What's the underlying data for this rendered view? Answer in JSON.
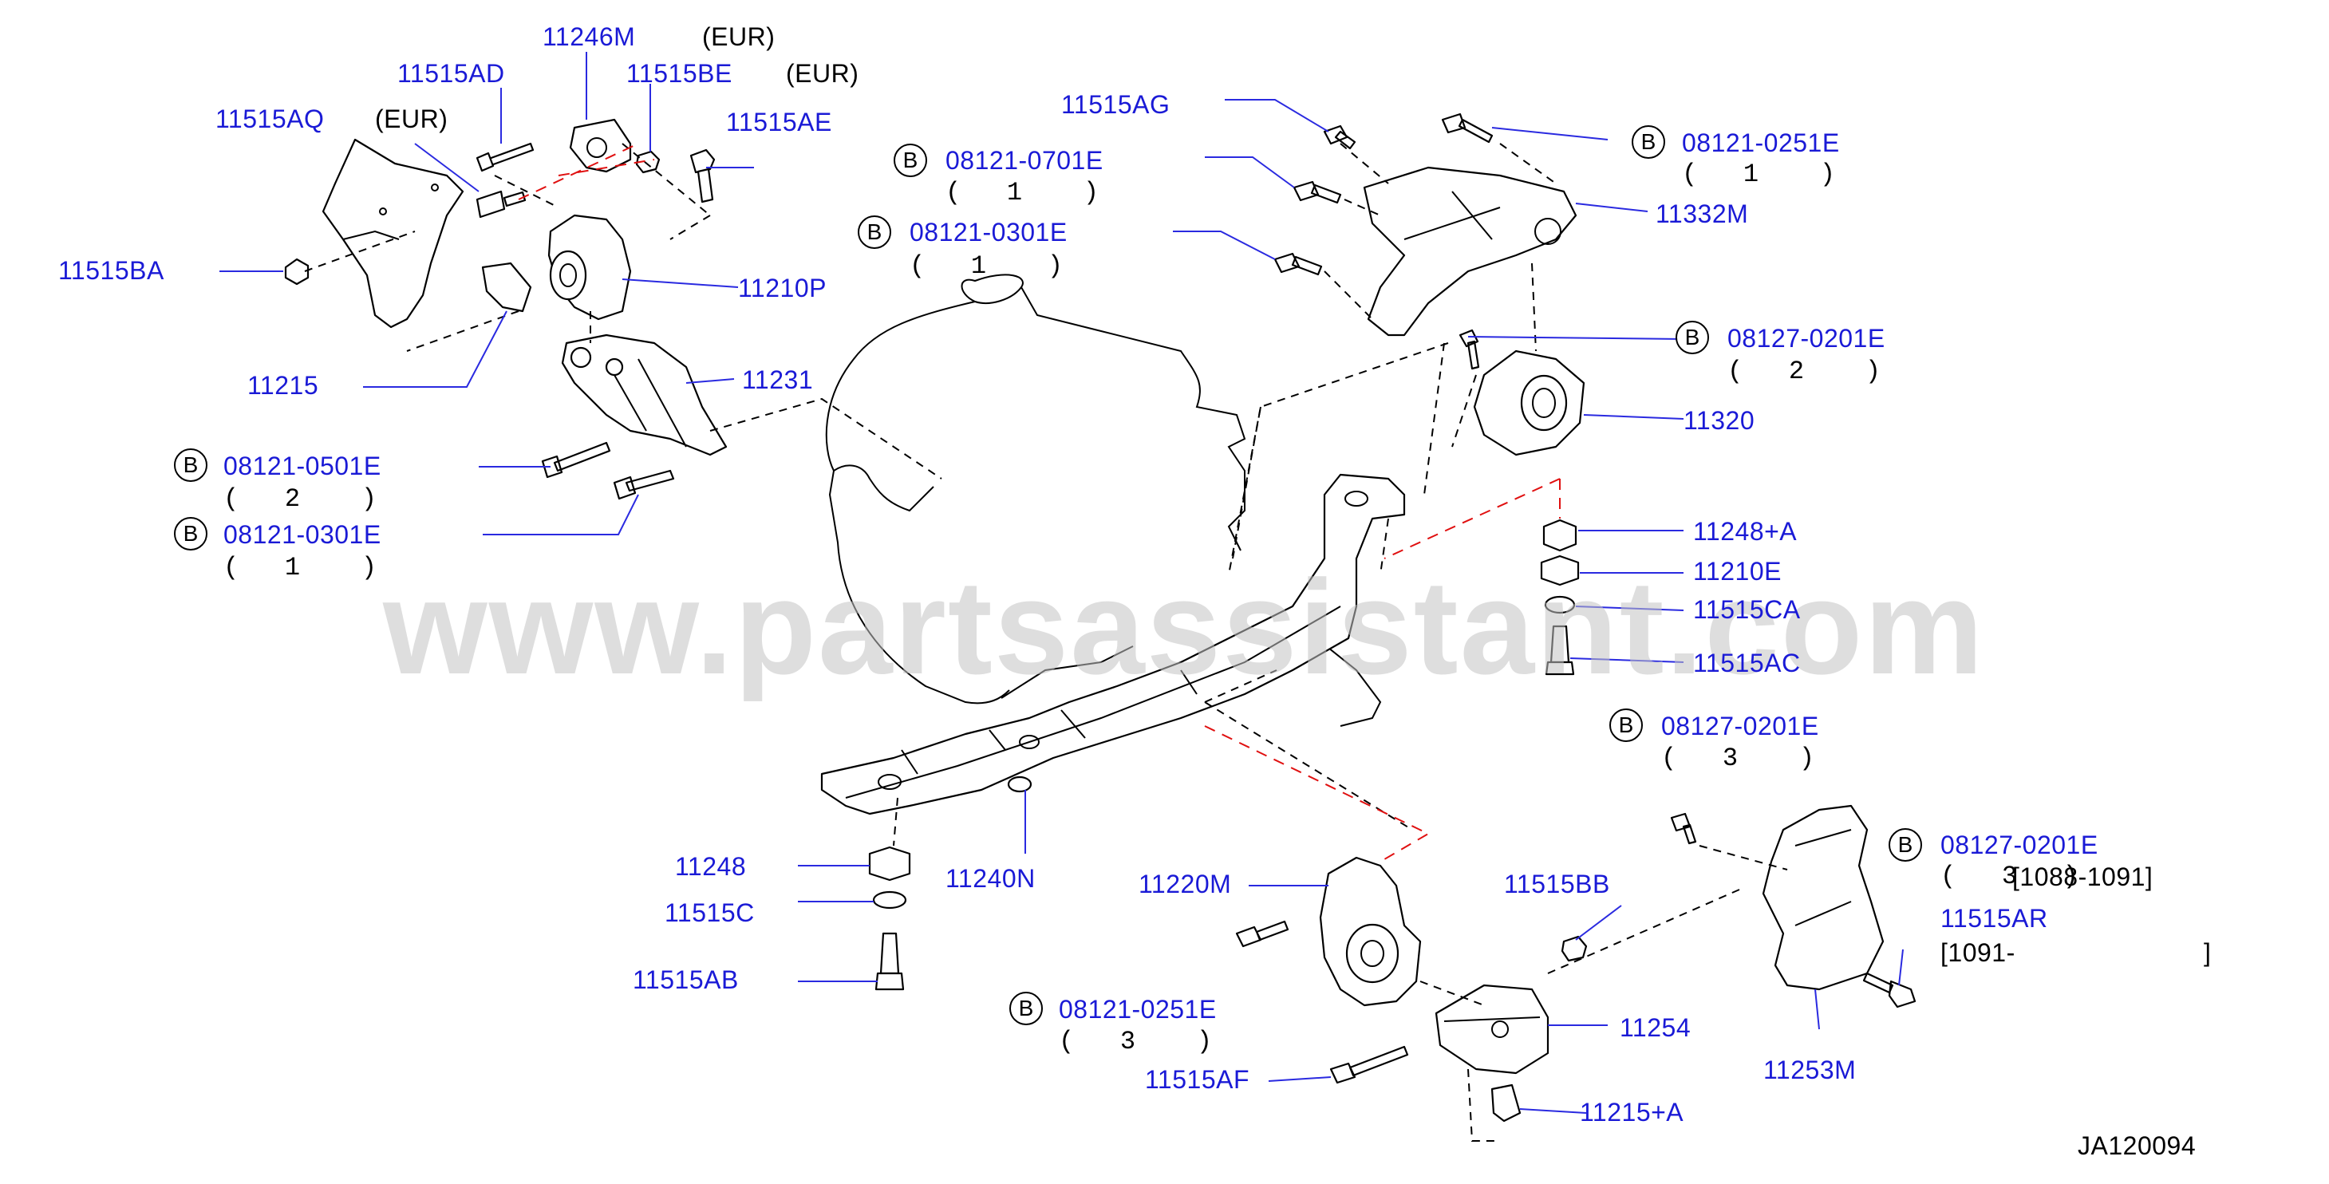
{
  "watermark": "www.partsassistant.com",
  "diagram_code": "JA120094",
  "labels": {
    "p11246M": "11246M",
    "eur1": "(EUR)",
    "p11515AD": "11515AD",
    "p11515BE": "11515BE",
    "eur2": "(EUR)",
    "p11515AQ": "11515AQ",
    "eur3": "(EUR)",
    "p11515AE": "11515AE",
    "p11515BA": "11515BA",
    "p11210P": "11210P",
    "p11215": "11215",
    "p11231": "11231",
    "b1_num": "08121-0501E",
    "b1_qty": "(   2    )",
    "b2_num": "08121-0301E",
    "b2_qty": "(   1    )",
    "p11515AG": "11515AG",
    "b3_num": "08121-0701E",
    "b3_qty": "(   1    )",
    "b4_num": "08121-0301E",
    "b4_qty": "(   1    )",
    "b5_num": "08121-0251E",
    "b5_qty": "(   1    )",
    "p11332M": "11332M",
    "b6_num": "08127-0201E",
    "b6_qty": "(   2    )",
    "p11320": "11320",
    "p11248A": "11248+A",
    "p11210E": "11210E",
    "p11515CA": "11515CA",
    "p11515AC": "11515AC",
    "b7_num": "08127-0201E",
    "b7_qty": "(   3    )",
    "b8_num": "08127-0201E",
    "b8_qty": "(   3   )",
    "b8_range": "[1088-1091]",
    "p11515AR": "11515AR",
    "ar_range_open": "[1091-",
    "ar_range_close": "]",
    "p11248": "11248",
    "p11515C": "11515C",
    "p11515AB": "11515AB",
    "p11240N": "11240N",
    "p11220M": "11220M",
    "p11515BB": "11515BB",
    "b9_num": "08121-0251E",
    "b9_qty": "(   3    )",
    "p11254": "11254",
    "p11253M": "11253M",
    "p11515AF": "11515AF",
    "p11215A": "11215+A",
    "bolt_symbol": "B"
  },
  "colors": {
    "part_label": "#1a1ad6",
    "leader": "#2a2ae0",
    "red_dash": "#e01010",
    "watermark": "#c4c4c4"
  }
}
